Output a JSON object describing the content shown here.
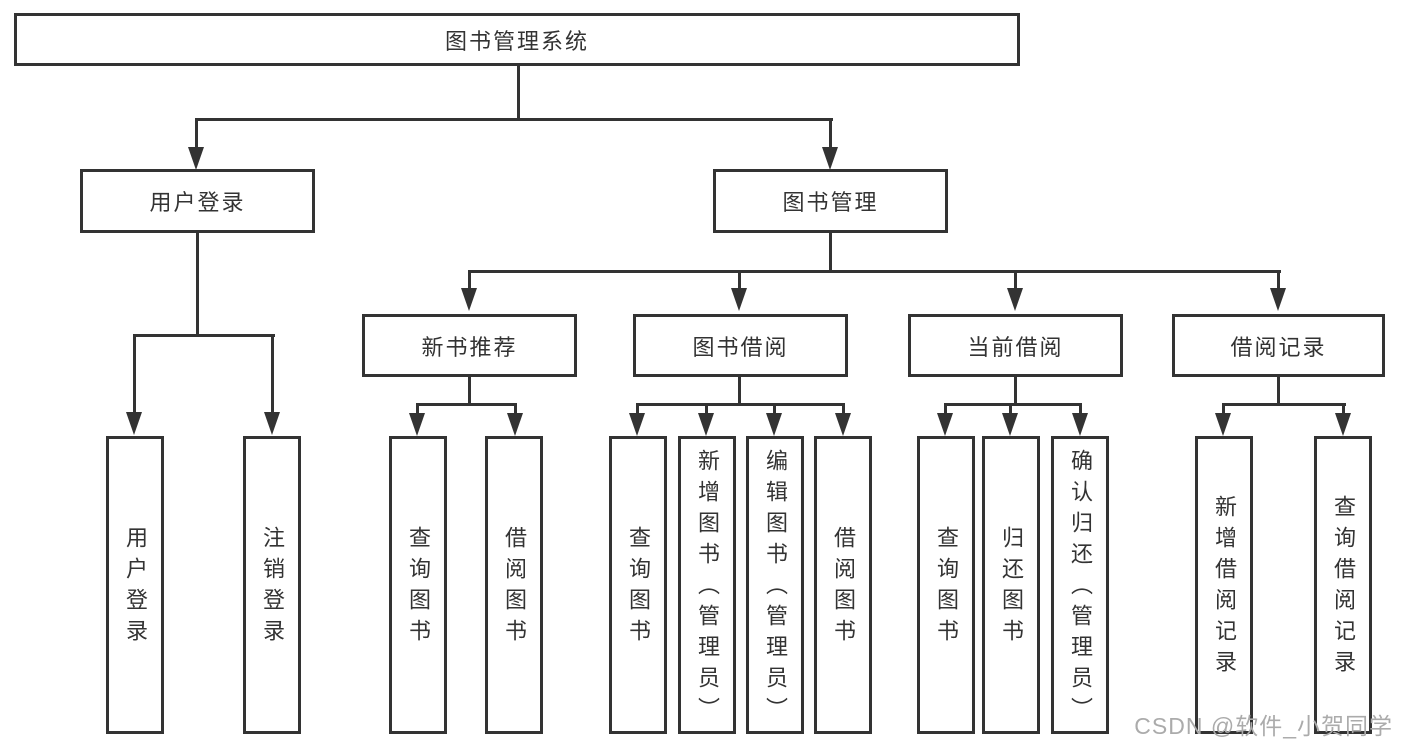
{
  "diagram": {
    "title": "图书管理系统",
    "branches": {
      "user_login": {
        "label": "用户登录",
        "children": [
          "用户登录",
          "注销登录"
        ]
      },
      "book_management": {
        "label": "图书管理",
        "children": {
          "new_books": {
            "label": "新书推荐",
            "children": [
              "查询图书",
              "借阅图书"
            ]
          },
          "book_borrowing": {
            "label": "图书借阅",
            "children": [
              "查询图书",
              "新增图书（管理员）",
              "编辑图书（管理员）",
              "借阅图书"
            ]
          },
          "current_borrowing": {
            "label": "当前借阅",
            "children": [
              "查询图书",
              "归还图书",
              "确认归还（管理员）"
            ]
          },
          "borrowing_records": {
            "label": "借阅记录",
            "children": [
              "新增借阅记录",
              "查询借阅记录"
            ]
          }
        }
      }
    }
  },
  "watermark": {
    "text": "CSDN @软件_小贺同学"
  },
  "colors": {
    "line": "#333333",
    "text": "#333333",
    "watermark": "#ababab",
    "background": "#ffffff"
  }
}
